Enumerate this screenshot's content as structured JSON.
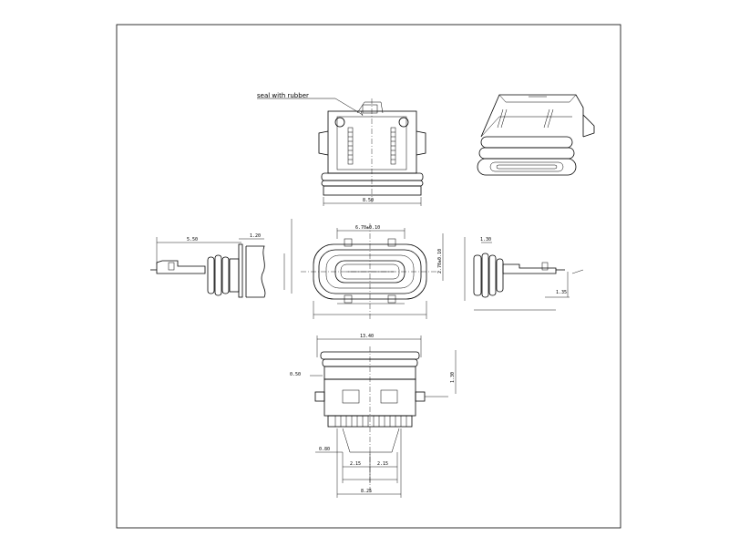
{
  "drawing": {
    "note": "seal with rubber",
    "dims": {
      "front_width": "8.50",
      "top_width": "6.70±0.10",
      "top_height": "2.70±0.10",
      "left_len": "5.50",
      "side_len": "1.20",
      "right_a": "1.30",
      "right_b": "1.35",
      "bottom_top": "13.40",
      "left_small": "0.50",
      "bottom_b": "1.30",
      "pin_pitch_l": "2.15",
      "pin_pitch_r": "2.15",
      "pad_a": "0.80",
      "bottom_w": "8.25"
    }
  }
}
